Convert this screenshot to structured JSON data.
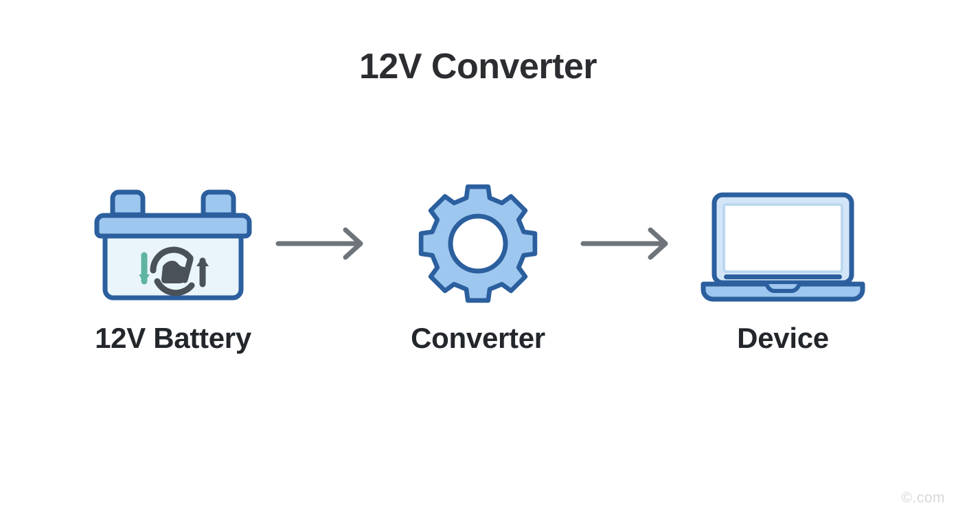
{
  "title": "12V Converter",
  "watermark": "©.com",
  "colors": {
    "background": "#ffffff",
    "title_text": "#2b2d31",
    "label_text": "#23262b",
    "icon_outline": "#2b5f9e",
    "icon_fill_light": "#9ec7ef",
    "icon_fill_pale": "#eaf5fb",
    "icon_fill_white": "#ffffff",
    "arrow": "#6e7479",
    "recycle_gray": "#4a5159",
    "recycle_teal": "#5fb3a3",
    "watermark_text": "#d8d8d8"
  },
  "flow": {
    "nodes": [
      {
        "id": "battery",
        "label": "12V Battery",
        "icon": "battery-icon"
      },
      {
        "id": "converter",
        "label": "Converter",
        "icon": "gear-icon"
      },
      {
        "id": "device",
        "label": "Device",
        "icon": "laptop-icon"
      }
    ],
    "connectors": [
      {
        "id": "arrow-1",
        "icon": "arrow-right-icon",
        "from": "battery",
        "to": "converter"
      },
      {
        "id": "arrow-2",
        "icon": "arrow-right-icon",
        "from": "converter",
        "to": "device"
      }
    ]
  }
}
